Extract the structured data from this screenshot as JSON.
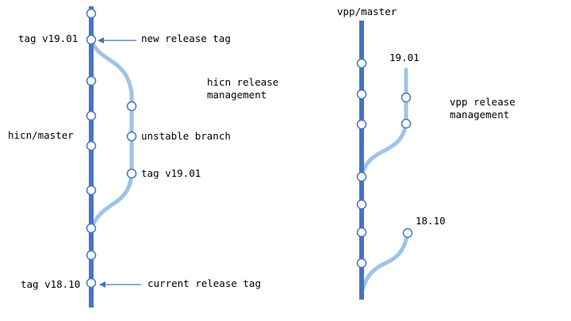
{
  "colors": {
    "trunk": "#4674c4",
    "branch": "#9ec3e6",
    "arrow": "#4674c4",
    "node_fill": "#ffffff",
    "node_stroke": "#4674c4",
    "text": "#000000"
  },
  "hicn": {
    "top_tag_label": "tag v19.01",
    "new_release_tag_label": "new release tag",
    "master_label": "hicn/master",
    "release_mgmt_line1": "hicn release",
    "release_mgmt_line2": "management",
    "unstable_branch_label": "unstable branch",
    "branch_tag_label": "tag v19.01",
    "bottom_tag_label": "tag v18.10",
    "current_release_tag_label": "current release tag"
  },
  "vpp": {
    "master_label": "vpp/master",
    "branch_19_label": "19.01",
    "release_mgmt_line1": "vpp release",
    "release_mgmt_line2": "management",
    "branch_18_label": "18.10"
  }
}
